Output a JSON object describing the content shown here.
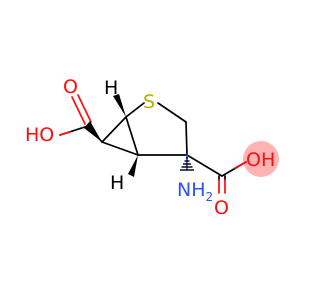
{
  "molecule": {
    "atoms": {
      "left_acid_oh": "HO",
      "left_acid_o": "O",
      "sulfur": "S",
      "top_h": "H",
      "bottom_h": "H",
      "amine_n": "NH",
      "amine_sub": "2",
      "right_acid_oh": "OH",
      "right_acid_o": "O"
    },
    "colors": {
      "bond": "#000000",
      "oxygen": "#ff0d0d",
      "nitrogen": "#3050f8",
      "sulfur": "#b2b200",
      "hydrogen": "#000000",
      "oh_highlight": "#ff9a9a"
    }
  }
}
